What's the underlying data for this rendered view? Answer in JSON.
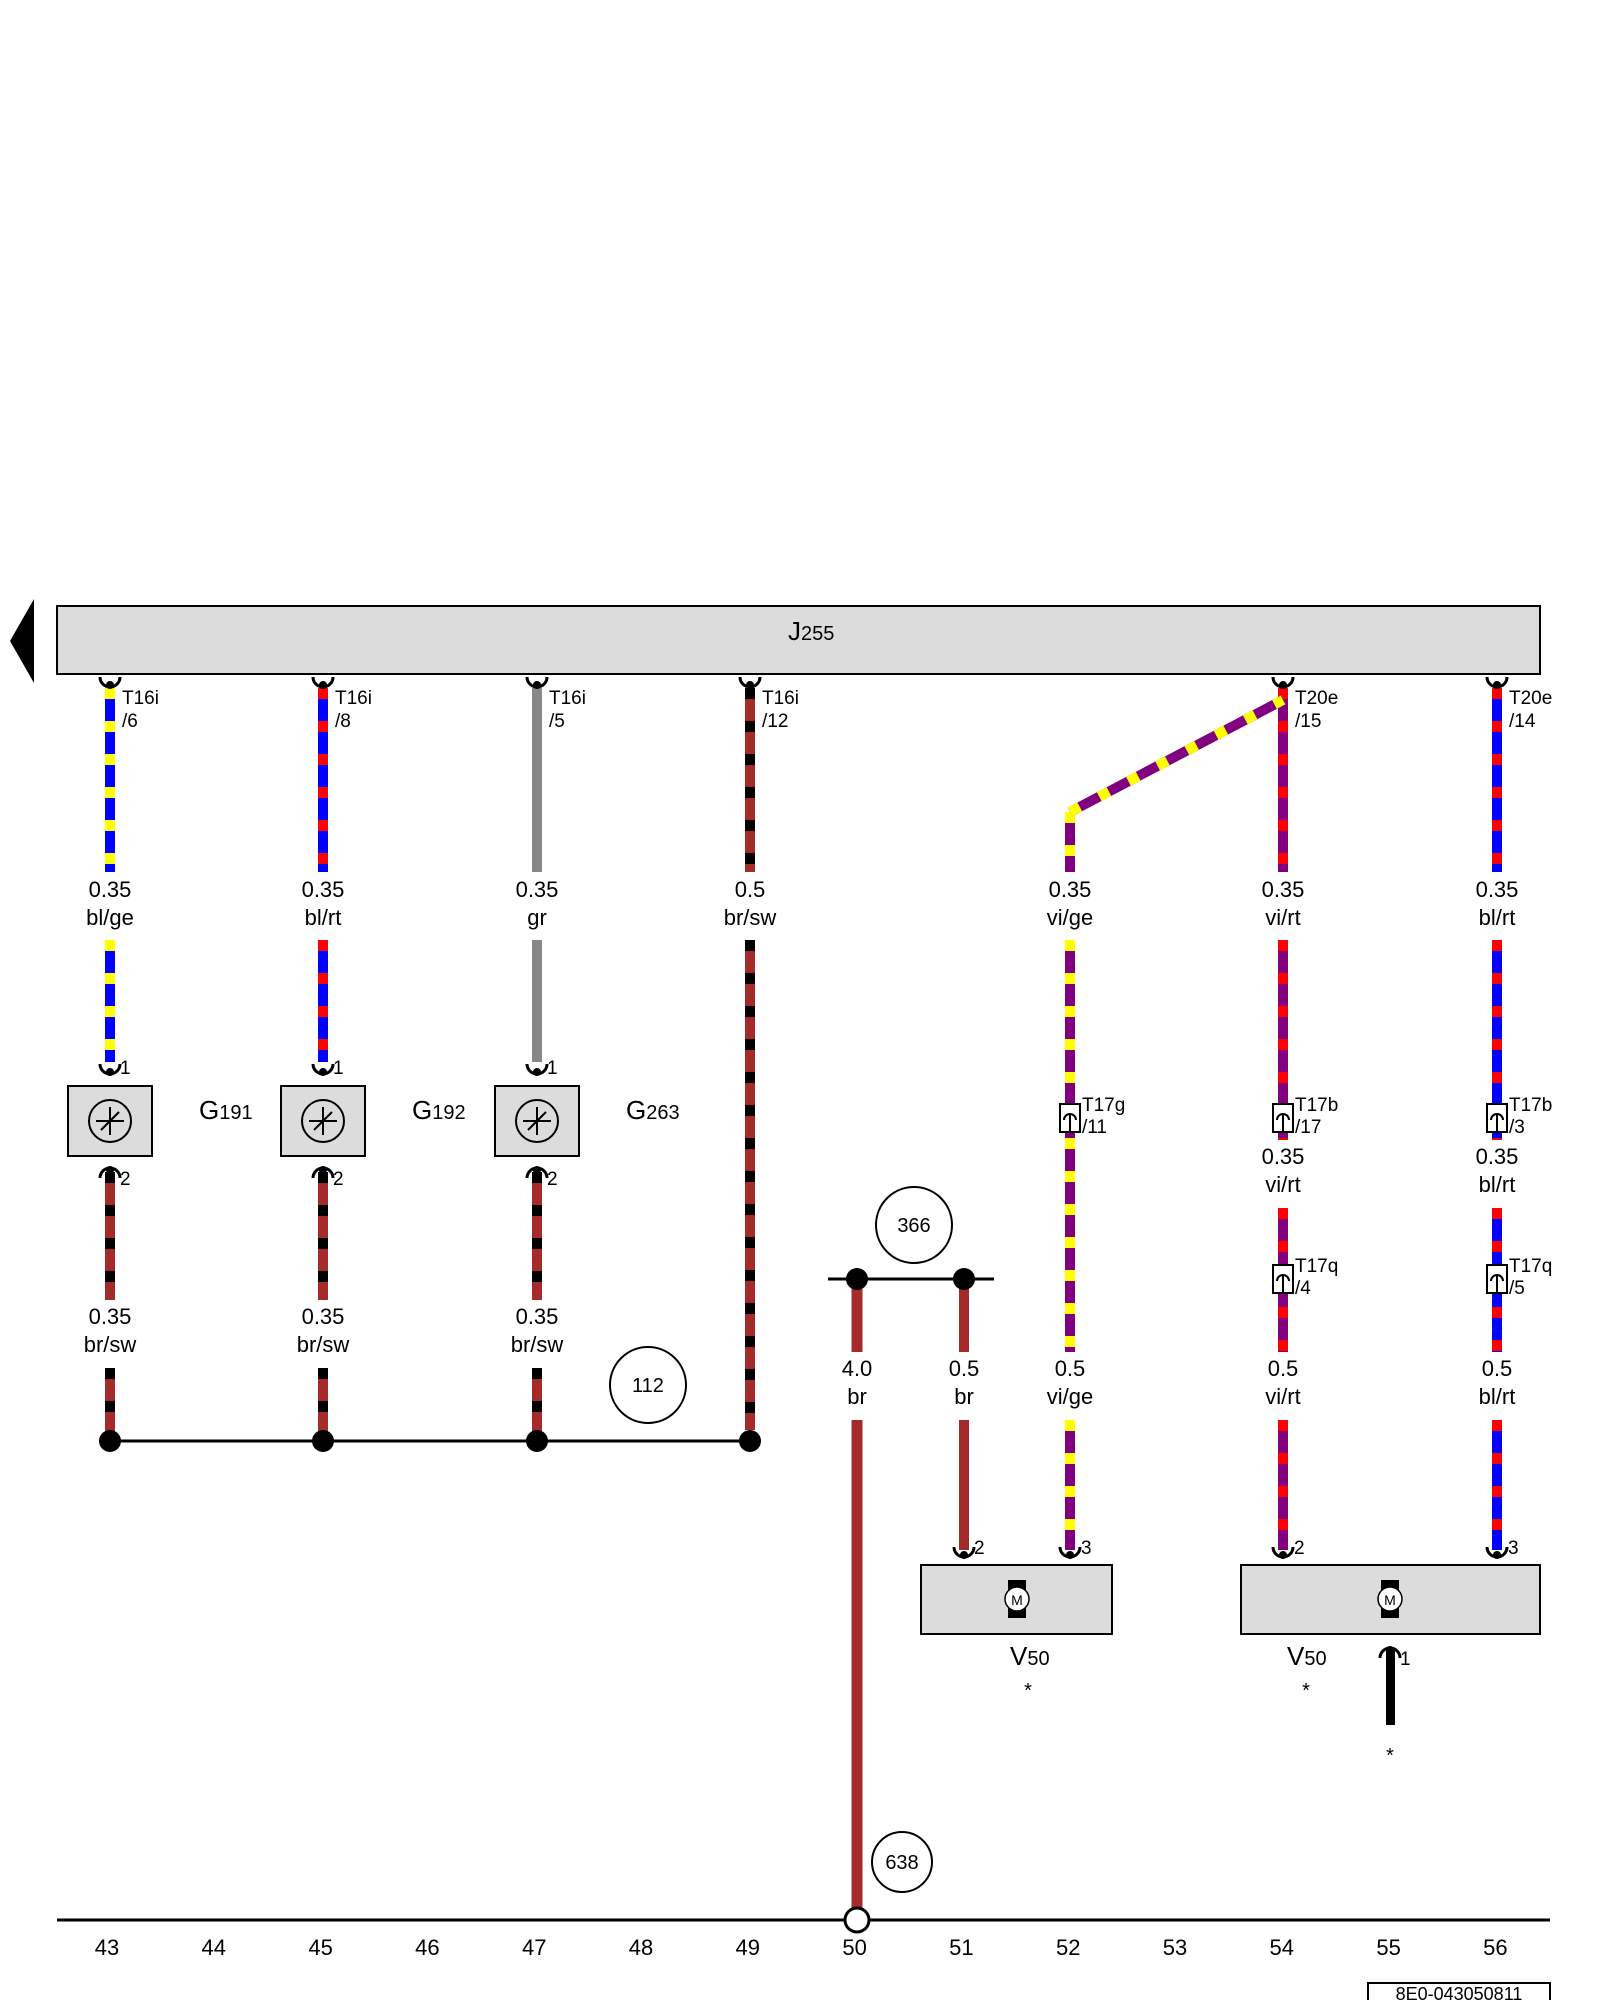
{
  "colors": {
    "bl": "#0000ff",
    "ge": "#ffff00",
    "rt": "#ff0000",
    "gr": "#888888",
    "br": "#a52a2a",
    "sw": "#000000",
    "vi": "#800080",
    "component_fill": "#dcdcdc",
    "line": "#000000"
  },
  "control_unit": {
    "id": "J",
    "sub": "255"
  },
  "connectors_top": [
    {
      "wire": "w43",
      "conn": "T16i",
      "pin": "/6"
    },
    {
      "wire": "w45",
      "conn": "T16i",
      "pin": "/8"
    },
    {
      "wire": "w47",
      "conn": "T16i",
      "pin": "/5"
    },
    {
      "wire": "w49",
      "conn": "T16i",
      "pin": "/12"
    },
    {
      "wire": "w54",
      "conn": "T20e",
      "pin": "/15"
    },
    {
      "wire": "w56",
      "conn": "T20e",
      "pin": "/14"
    }
  ],
  "wire_labels": [
    {
      "id": "l43a",
      "size": "0.35",
      "color": "bl/ge"
    },
    {
      "id": "l45a",
      "size": "0.35",
      "color": "bl/rt"
    },
    {
      "id": "l47a",
      "size": "0.35",
      "color": "gr"
    },
    {
      "id": "l49a",
      "size": "0.5",
      "color": "br/sw"
    },
    {
      "id": "l52a",
      "size": "0.35",
      "color": "vi/ge"
    },
    {
      "id": "l54a",
      "size": "0.35",
      "color": "vi/rt"
    },
    {
      "id": "l56a",
      "size": "0.35",
      "color": "bl/rt"
    },
    {
      "id": "l43b",
      "size": "0.35",
      "color": "br/sw"
    },
    {
      "id": "l45b",
      "size": "0.35",
      "color": "br/sw"
    },
    {
      "id": "l47b",
      "size": "0.35",
      "color": "br/sw"
    },
    {
      "id": "l54b",
      "size": "0.35",
      "color": "vi/rt"
    },
    {
      "id": "l56b",
      "size": "0.35",
      "color": "bl/rt"
    },
    {
      "id": "l50",
      "size": "4.0",
      "color": "br"
    },
    {
      "id": "l51",
      "size": "0.5",
      "color": "br"
    },
    {
      "id": "l52b",
      "size": "0.5",
      "color": "vi/ge"
    },
    {
      "id": "l54c",
      "size": "0.5",
      "color": "vi/rt"
    },
    {
      "id": "l56c",
      "size": "0.5",
      "color": "bl/rt"
    }
  ],
  "inline_connectors": [
    {
      "id": "c52",
      "conn": "T17g",
      "pin": "/11"
    },
    {
      "id": "c54a",
      "conn": "T17b",
      "pin": "/17"
    },
    {
      "id": "c56a",
      "conn": "T17b",
      "pin": "/3"
    },
    {
      "id": "c54b",
      "conn": "T17q",
      "pin": "/4"
    },
    {
      "id": "c56b",
      "conn": "T17q",
      "pin": "/5"
    }
  ],
  "sensors": [
    {
      "id": "G",
      "sub": "191",
      "pin_top": "1",
      "pin_bottom": "2"
    },
    {
      "id": "G",
      "sub": "192",
      "pin_top": "1",
      "pin_bottom": "2"
    },
    {
      "id": "G",
      "sub": "263",
      "pin_top": "1",
      "pin_bottom": "2"
    }
  ],
  "motors": [
    {
      "id": "V",
      "sub": "50",
      "pin_a": "2",
      "pin_b": "3",
      "note": "*",
      "symbol": "M"
    },
    {
      "id": "V",
      "sub": "50",
      "pin_a": "2",
      "pin_b": "3",
      "pin_c": "1",
      "note": "*",
      "symbol": "M"
    }
  ],
  "ground_note": "*",
  "references": [
    "366",
    "112",
    "638"
  ],
  "columns": [
    "43",
    "44",
    "45",
    "46",
    "47",
    "48",
    "49",
    "50",
    "51",
    "52",
    "53",
    "54",
    "55",
    "56"
  ],
  "doc_id": "8E0-043050811"
}
